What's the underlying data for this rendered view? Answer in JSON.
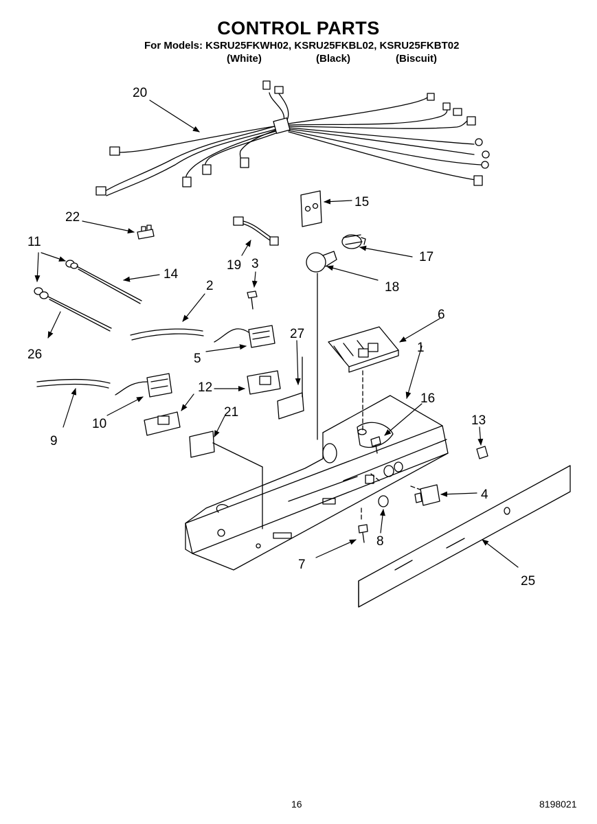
{
  "header": {
    "title": "CONTROL PARTS",
    "models_line": "For Models: KSRU25FKWH02, KSRU25FKBL02, KSRU25FKBT02",
    "colors": [
      "(White)",
      "(Black)",
      "(Biscuit)"
    ]
  },
  "callouts": {
    "p1": "1",
    "p2": "2",
    "p3": "3",
    "p4": "4",
    "p5": "5",
    "p6": "6",
    "p7": "7",
    "p8": "8",
    "p9": "9",
    "p10": "10",
    "p11": "11",
    "p12": "12",
    "p13": "13",
    "p14": "14",
    "p15": "15",
    "p16": "16",
    "p17": "17",
    "p18": "18",
    "p19": "19",
    "p20": "20",
    "p21": "21",
    "p22": "22",
    "p25": "25",
    "p26": "26",
    "p27": "27"
  },
  "footer": {
    "page_number": "16",
    "doc_number": "8198021"
  }
}
